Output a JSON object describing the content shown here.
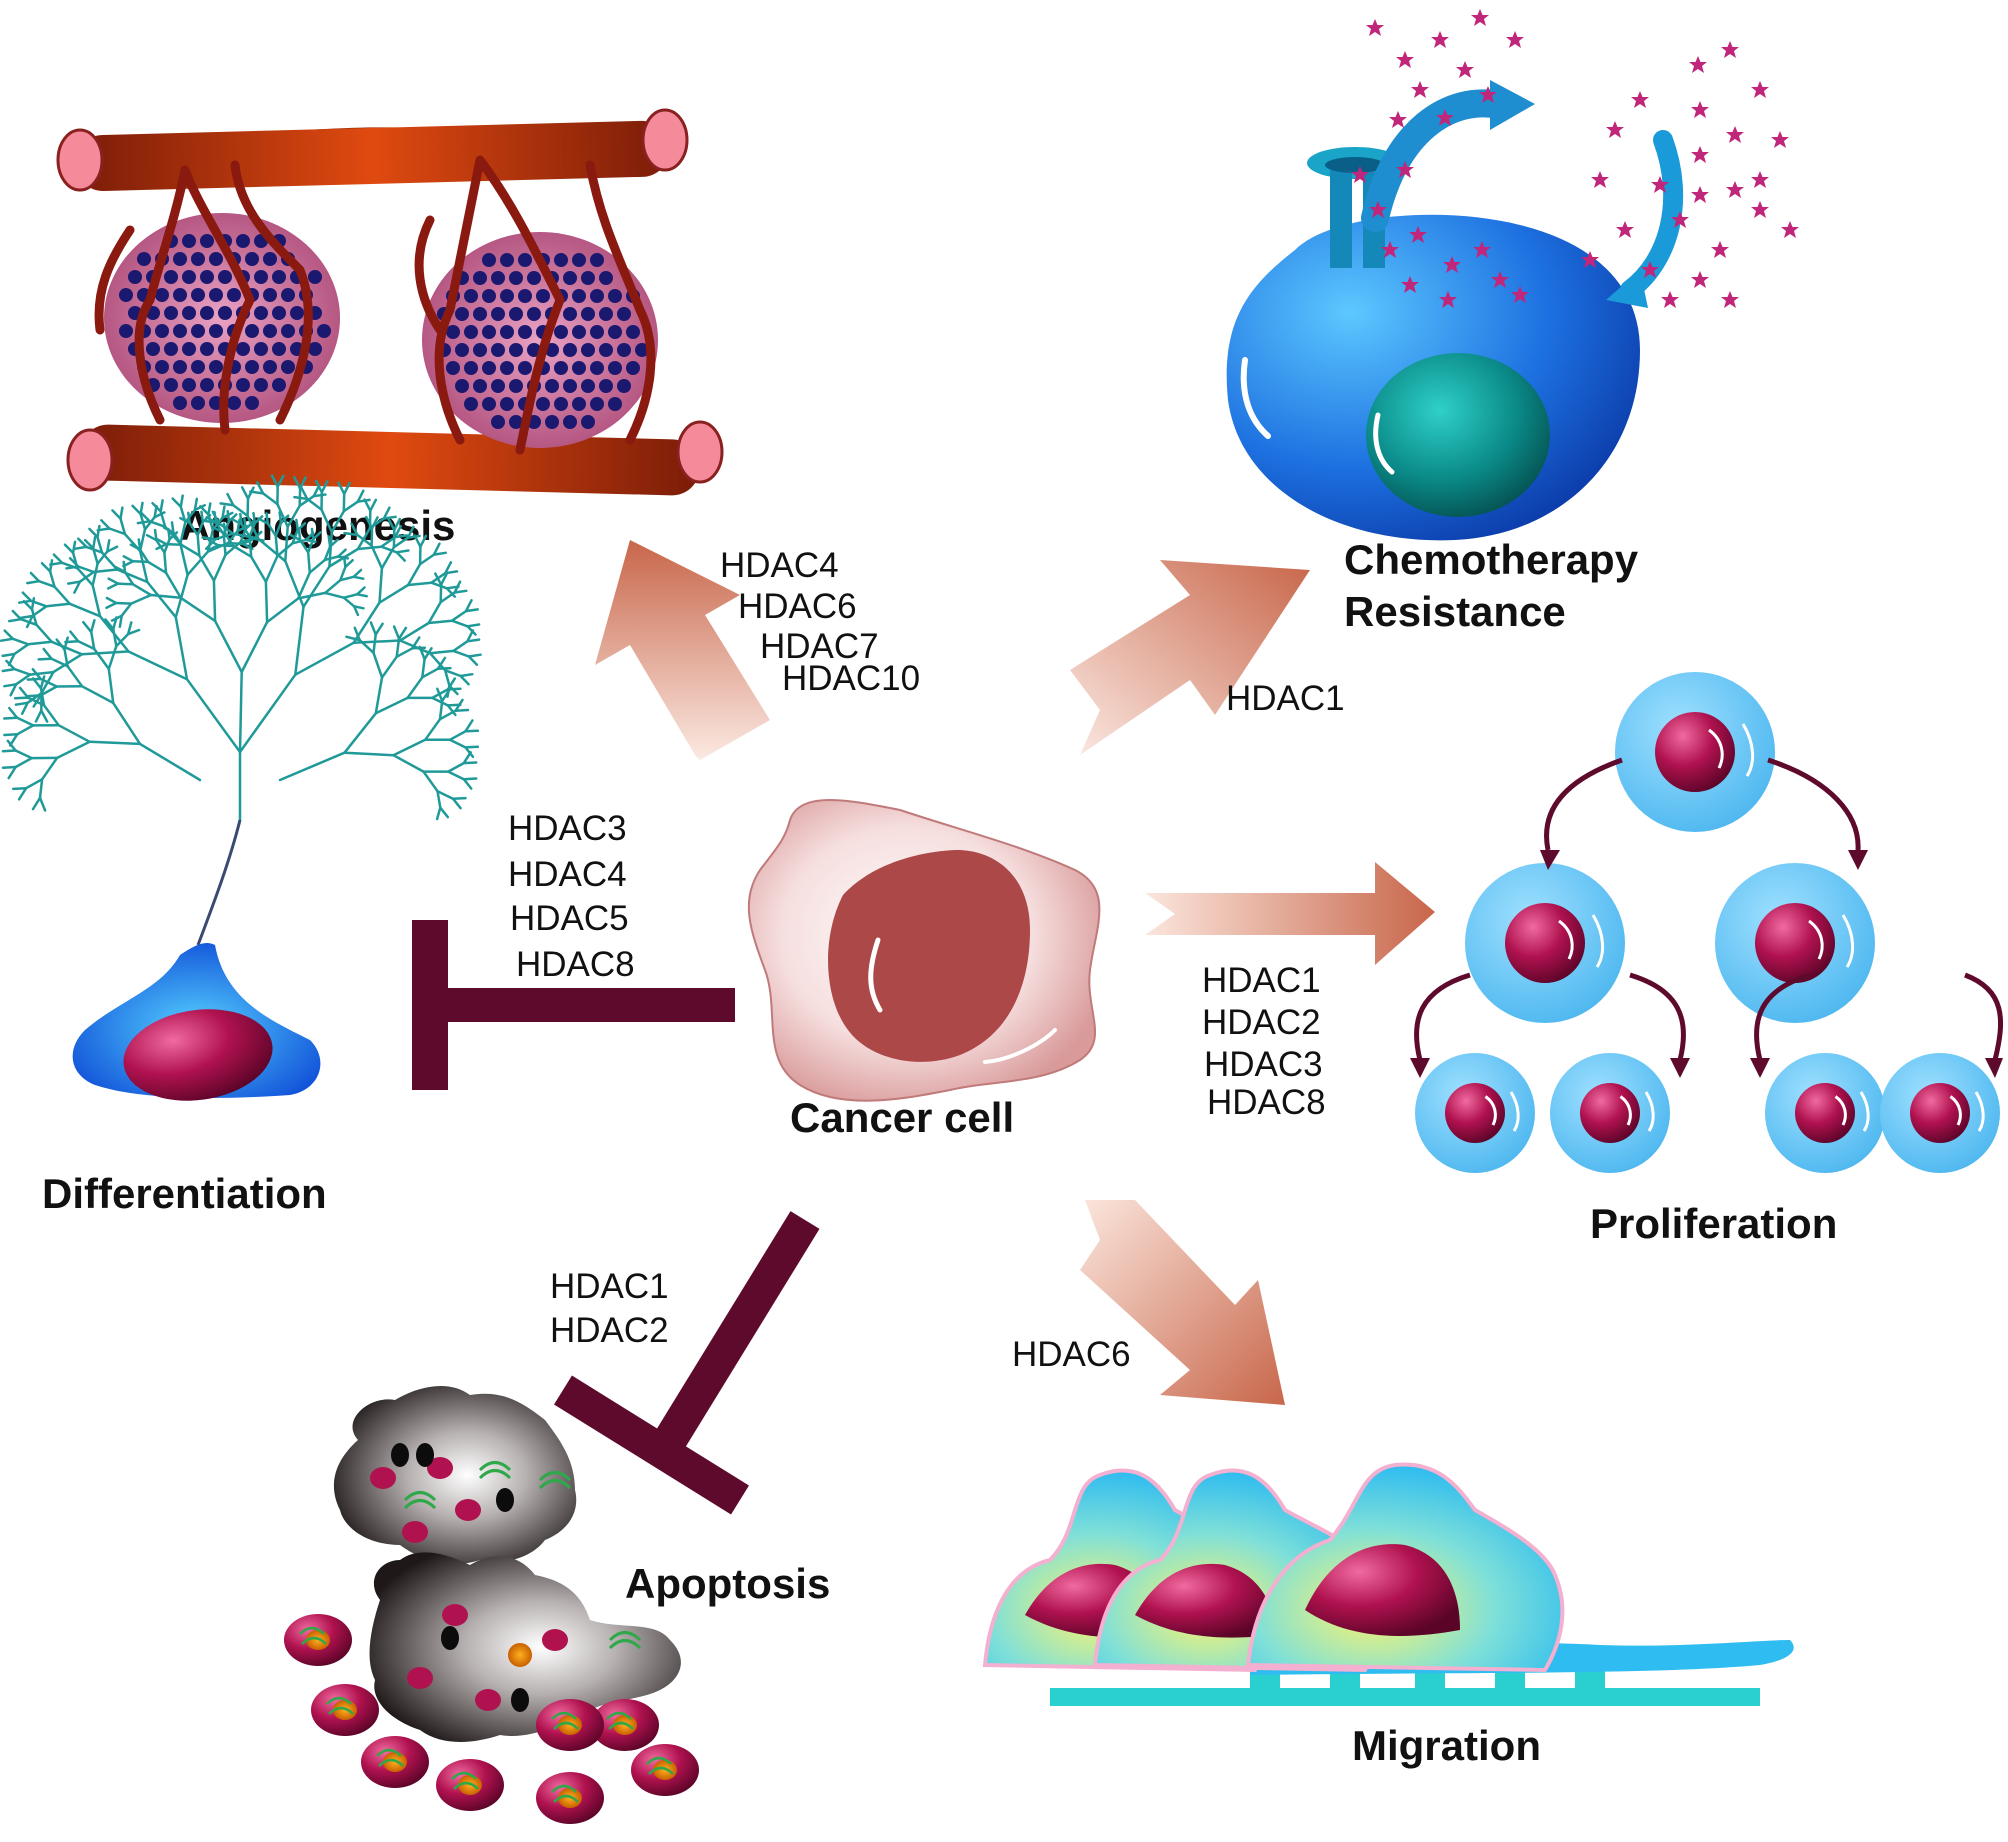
{
  "center": {
    "label": "Cancer cell"
  },
  "processes": {
    "angiogenesis": {
      "label": "Angiogenesis",
      "hdacs": [
        "HDAC4",
        "HDAC6",
        "HDAC7",
        "HDAC10"
      ],
      "effect": "promotes"
    },
    "chemoresistance": {
      "label_line1": "Chemotherapy",
      "label_line2": "Resistance",
      "hdacs": [
        "HDAC1"
      ],
      "effect": "promotes"
    },
    "proliferation": {
      "label": "Proliferation",
      "hdacs": [
        "HDAC1",
        "HDAC2",
        "HDAC3",
        "HDAC8"
      ],
      "effect": "promotes"
    },
    "migration": {
      "label": "Migration",
      "hdacs": [
        "HDAC6"
      ],
      "effect": "promotes"
    },
    "apoptosis": {
      "label": "Apoptosis",
      "hdacs": [
        "HDAC1",
        "HDAC2"
      ],
      "effect": "inhibits"
    },
    "differentiation": {
      "label": "Differentiation",
      "hdacs": [
        "HDAC3",
        "HDAC4",
        "HDAC5",
        "HDAC8"
      ],
      "effect": "inhibits"
    }
  },
  "colors": {
    "promote_arrow": "#c8664a",
    "inhibit_bar": "#5e0a2c",
    "nucleus_magenta": "#b0124f",
    "cell_blue": "#3da0f2",
    "vessel_red": "#b02808",
    "drug_star": "#c0267a"
  }
}
